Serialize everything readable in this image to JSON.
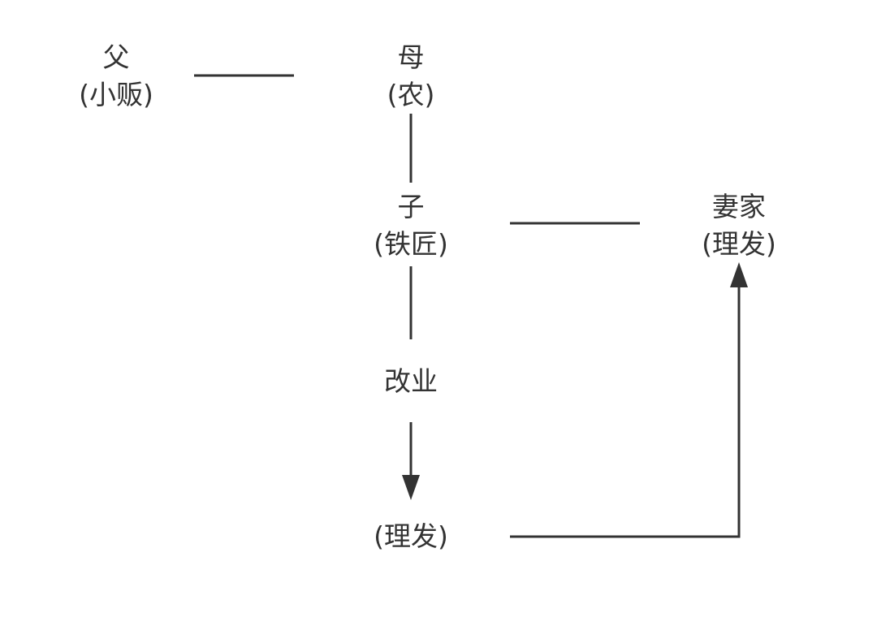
{
  "colors": {
    "line": "#333333",
    "text": "#333333",
    "background": "#ffffff"
  },
  "nodes": {
    "father": {
      "name": "父",
      "occupation": "(小贩)"
    },
    "mother": {
      "name": "母",
      "occupation": "(农)"
    },
    "son": {
      "name": "子",
      "occupation": "(铁匠)"
    },
    "wife_family": {
      "name": "妻家",
      "occupation": "(理发)"
    },
    "change": {
      "label": "改业"
    },
    "new_job": {
      "occupation": "(理发)"
    }
  }
}
